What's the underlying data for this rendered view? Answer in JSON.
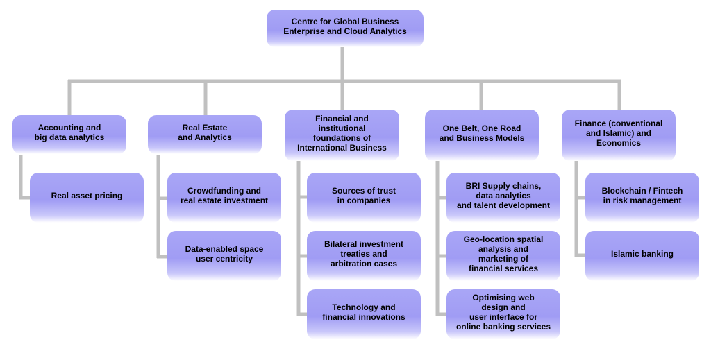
{
  "root": {
    "label": "Centre for Global Business\nEnterprise and Cloud Analytics"
  },
  "columns": [
    {
      "label": "Accounting and\nbig data analytics",
      "children": [
        "Real asset pricing"
      ]
    },
    {
      "label": "Real Estate\nand Analytics",
      "children": [
        "Crowdfunding and\nreal estate investment",
        "Data-enabled space\nuser centricity"
      ]
    },
    {
      "label": "Financial and\ninstitutional\nfoundations of\nInternational Business",
      "children": [
        "Sources of trust\nin companies",
        "Bilateral investment\ntreaties and\narbitration cases",
        "Technology and\nfinancial innovations"
      ]
    },
    {
      "label": "One Belt, One Road\nand Business Models",
      "children": [
        "BRI Supply chains,\ndata analytics\nand talent development",
        "Geo-location spatial\nanalysis and\nmarketing of\nfinancial services",
        "Optimising web\ndesign and\nuser interface for\nonline banking services"
      ]
    },
    {
      "label": "Finance (conventional\nand Islamic) and\nEconomics",
      "children": [
        "Blockchain / Fintech\nin risk management",
        "Islamic banking"
      ]
    }
  ],
  "colors": {
    "box": "#a09cf4",
    "connector": "#c0c0c0"
  }
}
